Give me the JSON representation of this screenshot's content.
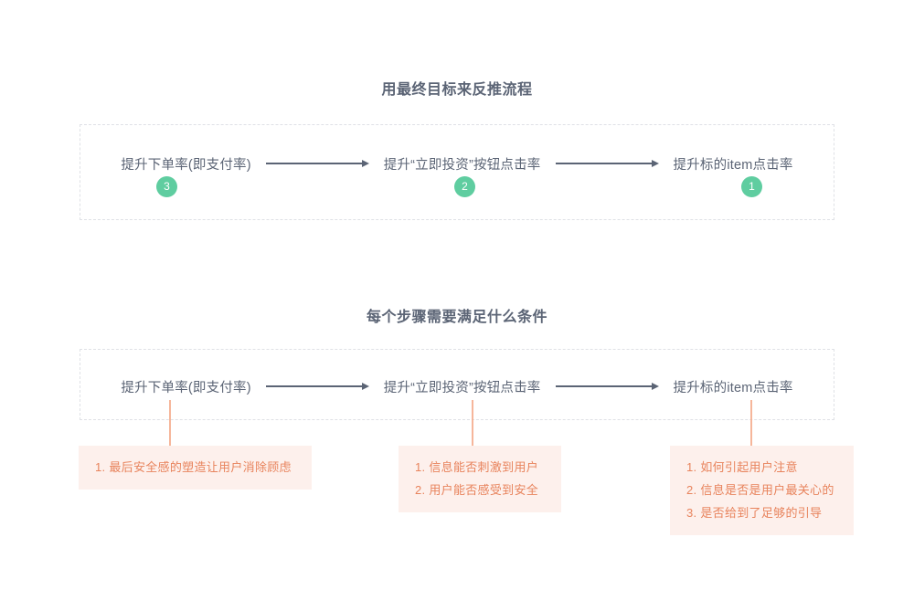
{
  "page": {
    "background": "#ffffff",
    "accent_green": "#5fcda0",
    "accent_orange": "#e8835c",
    "card_background": "#fdf0ec",
    "text_color": "#5b6475",
    "dashed_border_color": "#dfe1e6"
  },
  "sections": [
    {
      "title": "用最终目标来反推流程",
      "flow": {
        "nodes": [
          {
            "label": "提升下单率(即支付率)",
            "badge": "3"
          },
          {
            "label": "提升“立即投资”按钮点击率",
            "badge": "2"
          },
          {
            "label": "提升标的item点击率",
            "badge": "1"
          }
        ]
      }
    },
    {
      "title": "每个步骤需要满足什么条件",
      "flow": {
        "nodes": [
          {
            "label": "提升下单率(即支付率)"
          },
          {
            "label": "提升“立即投资”按钮点击率"
          },
          {
            "label": "提升标的item点击率"
          }
        ]
      },
      "conditions": [
        {
          "items": [
            "1. 最后安全感的塑造让用户消除顾虑"
          ]
        },
        {
          "items": [
            "1. 信息能否刺激到用户",
            "2. 用户能否感受到安全"
          ]
        },
        {
          "items": [
            "1. 如何引起用户注意",
            "2. 信息是否是用户最关心的",
            "3. 是否给到了足够的引导"
          ]
        }
      ]
    }
  ]
}
